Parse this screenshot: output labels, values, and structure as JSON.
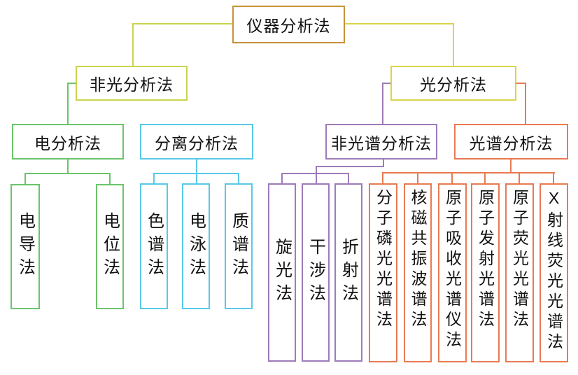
{
  "diagram": {
    "root": {
      "label": "仪器分析法"
    },
    "branches": {
      "non_optical": {
        "label": "非光分析法"
      },
      "optical": {
        "label": "光分析法"
      }
    },
    "groups": {
      "electro": {
        "label": "电分析法",
        "children": [
          {
            "label": "电导法"
          },
          {
            "label": "电位法"
          }
        ]
      },
      "separation": {
        "label": "分离分析法",
        "children": [
          {
            "label": "色谱法"
          },
          {
            "label": "电泳法"
          },
          {
            "label": "质谱法"
          }
        ]
      },
      "non_spectral": {
        "label": "非光谱分析法",
        "children": [
          {
            "label": "旋光法"
          },
          {
            "label": "干涉法"
          },
          {
            "label": "折射法"
          }
        ]
      },
      "spectral": {
        "label": "光谱分析法",
        "children": [
          {
            "label": "分子磷光光谱法"
          },
          {
            "label": "核磁共振波谱法"
          },
          {
            "label": "原子吸收光谱仪法"
          },
          {
            "label": "原子发射光谱法"
          },
          {
            "label": "原子荧光光谱法"
          },
          {
            "label": "X射线荧光光谱法"
          }
        ]
      }
    },
    "colors": {
      "root_border": "#c8913c",
      "non_optical": "#c9d44e",
      "optical": "#d9d44b",
      "electro": "#6bc46b",
      "separation": "#59c8e8",
      "non_spectral": "#9d7bb8",
      "spectral": "#e87a52",
      "text": "#111111",
      "background": "#ffffff"
    }
  }
}
